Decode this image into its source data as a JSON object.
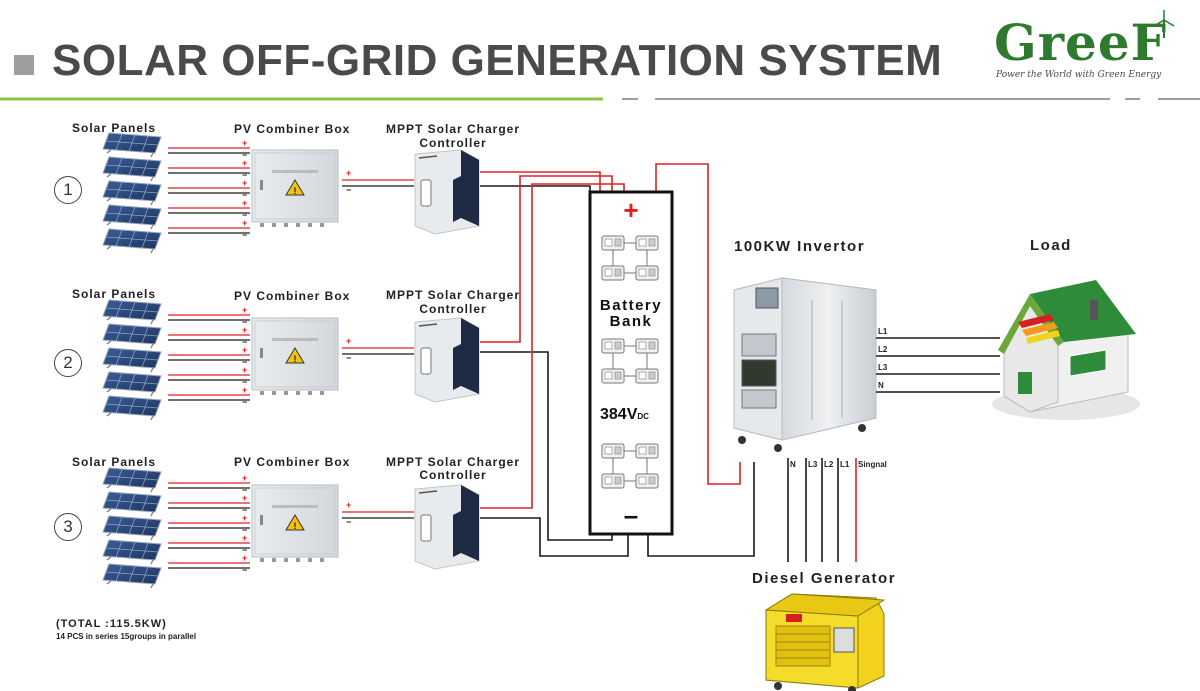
{
  "header": {
    "title": "SOLAR OFF-GRID GENERATION SYSTEM",
    "logo_word": "GreeF",
    "logo_tagline": "Power the World with Green Energy"
  },
  "rows": [
    {
      "number": "1",
      "panels_label": "Solar Panels",
      "combiner_label": "PV Combiner Box",
      "controller_label_1": "MPPT Solar Charger",
      "controller_label_2": "Controller"
    },
    {
      "number": "2",
      "panels_label": "Solar Panels",
      "combiner_label": "PV Combiner Box",
      "controller_label_1": "MPPT Solar Charger",
      "controller_label_2": "Controller"
    },
    {
      "number": "3",
      "panels_label": "Solar Panels",
      "combiner_label": "PV Combiner Box",
      "controller_label_1": "MPPT Solar Charger",
      "controller_label_2": "Controller"
    }
  ],
  "battery": {
    "plus": "+",
    "minus": "–",
    "label_1": "Battery",
    "label_2": "Bank",
    "voltage": "384V",
    "voltage_sub": "DC"
  },
  "inverter": {
    "label": "100KW Invertor"
  },
  "load": {
    "label": "Load",
    "lines": [
      "L1",
      "L2",
      "L3",
      "N"
    ]
  },
  "generator": {
    "label": "Diesel Generator",
    "terminals": [
      "N",
      "L3",
      "L2",
      "L1",
      "Singnal"
    ]
  },
  "footer": {
    "total": "(TOTAL :115.5KW)",
    "config": "14 PCS in series 15groups in parallel"
  },
  "colors": {
    "positive_wire": "#e02020",
    "negative_wire": "#1a1a1a",
    "green_accent": "#8bc34a",
    "logo_green": "#2f7a2f"
  }
}
